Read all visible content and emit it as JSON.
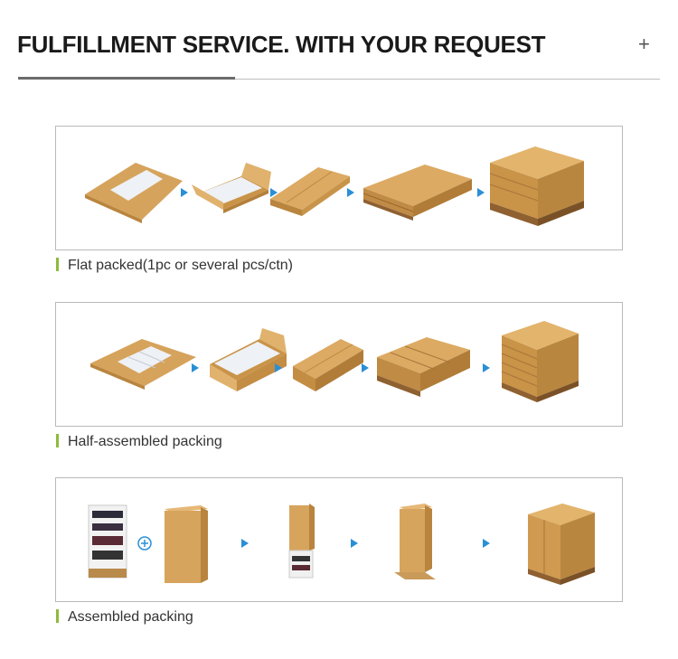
{
  "header": {
    "title": "FULFILLMENT SERVICE. WITH YOUR REQUEST",
    "toggle_icon": "plus-icon"
  },
  "sections": [
    {
      "caption": "Flat packed(1pc or several  pcs/ctn)"
    },
    {
      "caption": "Half-assembled packing"
    },
    {
      "caption": "Assembled packing"
    }
  ],
  "colors": {
    "accent_bar": "#8dbb3c",
    "arrow": "#2a8fd6",
    "cardboard": "#d9a862",
    "pallet": "#b98a4a"
  }
}
